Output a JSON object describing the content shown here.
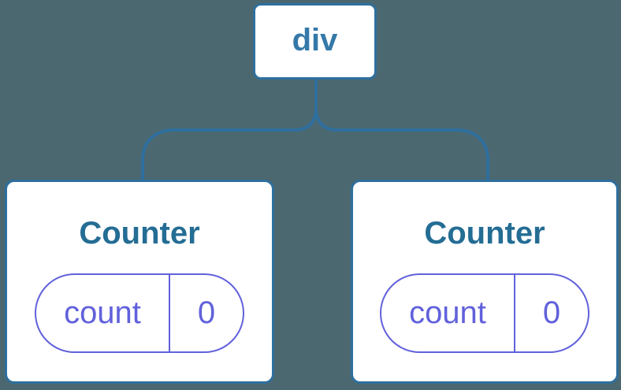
{
  "tree": {
    "root": {
      "label": "div"
    },
    "children": [
      {
        "title": "Counter",
        "state": {
          "key": "count",
          "value": "0"
        }
      },
      {
        "title": "Counter",
        "state": {
          "key": "count",
          "value": "0"
        }
      }
    ]
  },
  "colors": {
    "canvas-bg": "#4B6770",
    "node-bg": "#FFFFFF",
    "line-blue": "#2E6F9E",
    "root-label-blue": "#3579A9",
    "title-blue": "#246D94",
    "state-purple": "#6161DC"
  }
}
